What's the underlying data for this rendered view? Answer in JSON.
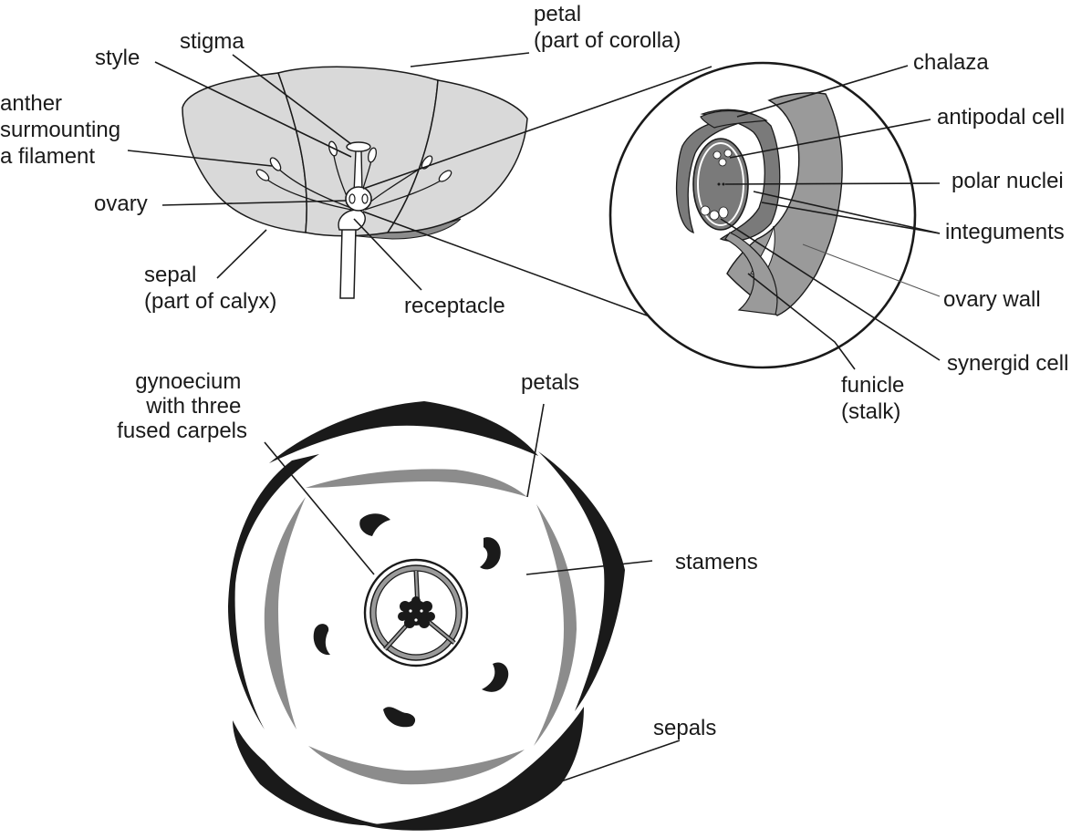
{
  "colors": {
    "background": "#ffffff",
    "ink": "#1a1a1a",
    "light_fill": "#d9d9d9",
    "mid_fill": "#9a9a9a",
    "dark_fill": "#7a7a7a",
    "sepal_fill": "#8c8c8c"
  },
  "flower_side_view": {
    "labels": {
      "petal": [
        "petal",
        "(part of corolla)"
      ],
      "stigma": [
        "stigma"
      ],
      "style": [
        "style"
      ],
      "anther": [
        "anther",
        "surmounting",
        "a filament"
      ],
      "ovary": [
        "ovary"
      ],
      "sepal": [
        "sepal",
        "(part of calyx)"
      ],
      "receptacle": [
        "receptacle"
      ]
    }
  },
  "ovule_detail": {
    "labels": {
      "chalaza": [
        "chalaza"
      ],
      "antipodal_cell": [
        "antipodal cell"
      ],
      "polar_nuclei": [
        "polar nuclei"
      ],
      "integuments": [
        "integuments"
      ],
      "ovary_wall": [
        "ovary wall"
      ],
      "synergid_cell": [
        "synergid cell"
      ],
      "funicle": [
        "funicle",
        "(stalk)"
      ]
    }
  },
  "floral_diagram": {
    "labels": {
      "gynoecium": [
        "gynoecium",
        "with three",
        "fused carpels"
      ],
      "petals": [
        "petals"
      ],
      "stamens": [
        "stamens"
      ],
      "sepals": [
        "sepals"
      ]
    }
  }
}
